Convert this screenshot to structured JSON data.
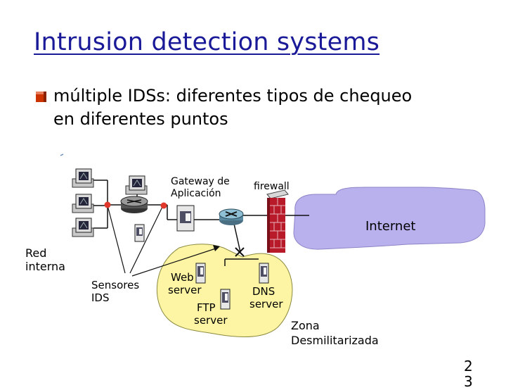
{
  "slide": {
    "title": "Intrusion detection systems",
    "bullet": {
      "line1": "múltiple IDSs: diferentes tipos de chequeo",
      "line2": "en diferentes puntos"
    },
    "page_number_line1": "2",
    "page_number_line2": "3"
  },
  "diagram": {
    "labels": {
      "gateway_line1": "Gateway de",
      "gateway_line2": "Aplicación",
      "firewall": "firewall",
      "internet": "Internet",
      "red_interna_line1": "Red",
      "red_interna_line2": "interna",
      "sensores_line1": "Sensores",
      "sensores_line2": "IDS",
      "web_server_line1": "Web",
      "web_server_line2": "server",
      "ftp_server_line1": "FTP",
      "ftp_server_line2": "server",
      "dns_server_line1": "DNS",
      "dns_server_line2": "server",
      "dmz_line1": "Zona",
      "dmz_line2": "Desmilitarizada"
    },
    "colors": {
      "title": "#1a1a99",
      "bullet": "#cc3300",
      "internet_cloud": "#b9b1ee",
      "dmz_blob": "#fdf5a3",
      "firewall": "#b81a2a",
      "ids_sensor": "#e0392b",
      "router": "#6e9fb8"
    },
    "icons": [
      "workstation-icon",
      "router-icon",
      "server-icon",
      "firewall-icon",
      "ids-sensor-icon",
      "switch-icon"
    ]
  }
}
